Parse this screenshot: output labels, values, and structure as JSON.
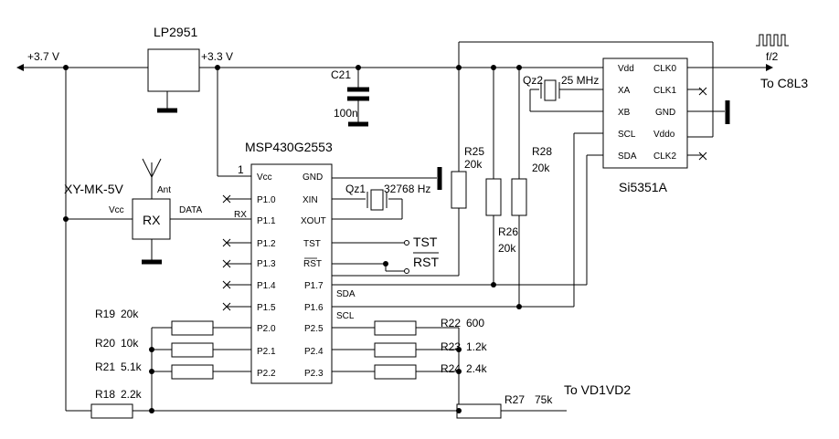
{
  "labels": {
    "v_in": "+3.7 V",
    "v_reg": "+3.3 V",
    "regulator": "LP2951",
    "c21": "C21",
    "c21_val": "100n",
    "mcu": "MSP430G2553",
    "pin1": "1",
    "rx_module": "XY-MK-5V",
    "ant": "Ant",
    "rx": "RX",
    "data": "DATA",
    "rx_net": "RX",
    "vcc": "Vcc",
    "qz1": "Qz1",
    "qz1_val": "32768 Hz",
    "tst": "TST",
    "rst": "RST",
    "sda_net": "SDA",
    "scl_net": "SCL",
    "r25": "R25",
    "r25_val": "20k",
    "r26": "R26",
    "r26_val": "20k",
    "r28": "R28",
    "r28_val": "20k",
    "qz2": "Qz2",
    "qz2_val": "25 MHz",
    "si": "Si5351A",
    "f2": "f/2",
    "to_c8l3": "To C8L3",
    "r19": "R19",
    "r19_val": "20k",
    "r20": "R20",
    "r20_val": "10k",
    "r21": "R21",
    "r21_val": "5.1k",
    "r18": "R18",
    "r18_val": "2.2k",
    "r22": "R22",
    "r22_val": "600",
    "r23": "R23",
    "r23_val": "1.2k",
    "r24": "R24",
    "r24_val": "2.4k",
    "r27": "R27",
    "r27_val": "75k",
    "to_vd": "To VD1VD2"
  },
  "mcu_pins_left": [
    "Vcc",
    "P1.0",
    "P1.1",
    "P1.2",
    "P1.3",
    "P1.4",
    "P1.5",
    "P2.0",
    "P2.1",
    "P2.2"
  ],
  "mcu_pins_right": [
    "GND",
    "XIN",
    "XOUT",
    "TST",
    "RST",
    "P1.7",
    "P1.6",
    "P2.5",
    "P2.4",
    "P2.3"
  ],
  "si_pins_left": [
    "Vdd",
    "XA",
    "XB",
    "SCL",
    "SDA"
  ],
  "si_pins_right": [
    "CLK0",
    "CLK1",
    "GND",
    "Vddo",
    "CLK2"
  ]
}
